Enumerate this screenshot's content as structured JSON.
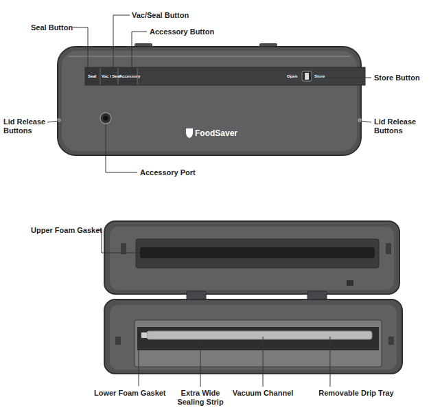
{
  "diagram": {
    "labels": [
      "Seal Button",
      "Vac/Seal Button",
      "Accessory Button",
      "Store Button",
      "Lid Release Buttons",
      "Lid Release Buttons",
      "Accessory Port",
      "Upper Foam Gasket",
      "Lower Foam Gasket",
      "Extra Wide Sealing Strip",
      "Vacuum Channel",
      "Removable Drip Tray",
      "Seal",
      "Vac / Seal",
      "Accessory",
      "Open",
      "Store",
      "FoodSaver"
    ]
  }
}
